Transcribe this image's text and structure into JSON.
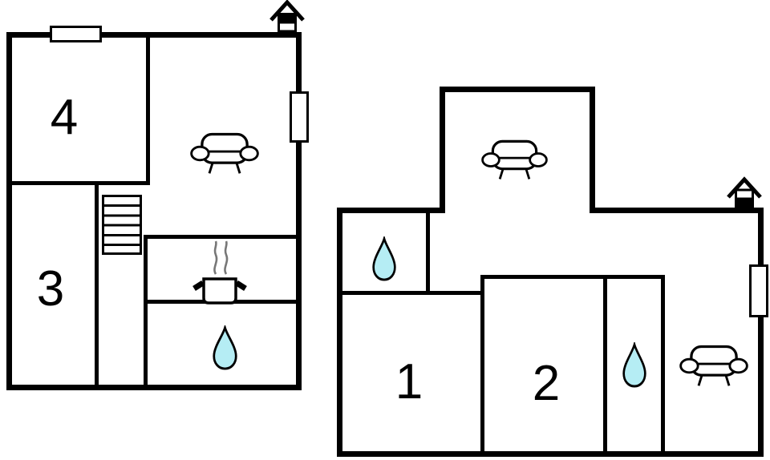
{
  "document": {
    "type": "floor-plan",
    "background": "#ffffff"
  },
  "colors": {
    "wall": "#000000",
    "line": "#000000",
    "water_drop_fill": "#b5edf4",
    "steam": "#777777"
  },
  "floor_left": {
    "name": "left floor plan",
    "room_labels": [
      {
        "label": "4"
      },
      {
        "label": "3"
      }
    ],
    "icons": [
      "chimney-icon",
      "window-icon",
      "sofa-icon",
      "stairs-icon",
      "stove-pot-icon",
      "water-drop-icon"
    ]
  },
  "floor_right": {
    "name": "right floor plan",
    "room_labels": [
      {
        "label": "1"
      },
      {
        "label": "2"
      }
    ],
    "icons": [
      "chimney-icon",
      "window-icon",
      "sofa-icon",
      "water-drop-icon",
      "water-drop-icon"
    ]
  }
}
